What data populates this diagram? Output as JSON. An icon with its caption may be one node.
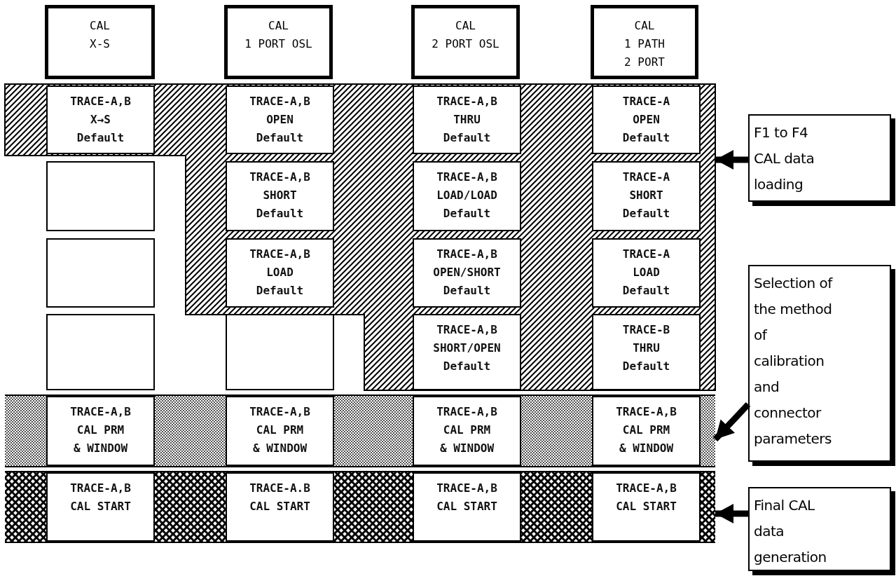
{
  "diagram": {
    "nodes": [
      {
        "text": [
          "CAL",
          "X-S"
        ]
      },
      {
        "text": [
          "CAL",
          "1 PORT OSL"
        ]
      },
      {
        "text": [
          "CAL",
          "2 PORT OSL"
        ]
      },
      {
        "text": [
          "CAL",
          "1 PATH",
          "2 PORT"
        ]
      },
      {
        "text": [],
        "shape": "band"
      },
      {
        "text": [
          "TRACE-A,B",
          "X→S",
          "Default"
        ],
        "in": 4
      },
      {
        "text": [
          "TRACE-A,B",
          "OPEN",
          "Default"
        ],
        "in": 4
      },
      {
        "text": [
          "TRACE-A,B",
          "THRU",
          "Default"
        ],
        "in": 4
      },
      {
        "text": [
          "TRACE-A",
          "OPEN",
          "Default"
        ],
        "in": 4
      },
      {
        "text": [],
        "shape": "box"
      },
      {
        "text": [
          "TRACE-A,B",
          "SHORT",
          "Default"
        ],
        "in": 4
      },
      {
        "text": [
          "TRACE-A,B",
          "LOAD/LOAD",
          "Default"
        ],
        "in": 4
      },
      {
        "text": [
          "TRACE-A",
          "SHORT",
          "Default"
        ],
        "in": 4
      },
      {
        "text": [],
        "shape": "box"
      },
      {
        "text": [
          "TRACE-A,B",
          "LOAD",
          "Default"
        ],
        "in": 4
      },
      {
        "text": [
          "TRACE-A,B",
          "OPEN/SHORT",
          "Default"
        ],
        "in": 4
      },
      {
        "text": [
          "TRACE-A",
          "LOAD",
          "Default"
        ],
        "in": 4
      },
      {
        "text": [],
        "shape": "box"
      },
      {
        "text": [],
        "shape": "box"
      },
      {
        "text": [
          "TRACE-A,B",
          "SHORT/OPEN",
          "Default"
        ],
        "in": 4
      },
      {
        "text": [
          "TRACE-B",
          "THRU",
          "Default"
        ],
        "in": 4
      },
      {
        "text": [],
        "shape": "band"
      },
      {
        "text": [
          "TRACE-A,B",
          "CAL PRM",
          "& WINDOW"
        ],
        "in": 21
      },
      {
        "text": [
          "TRACE-A,B",
          "CAL PRM",
          "& WINDOW"
        ],
        "in": 21
      },
      {
        "text": [
          "TRACE-A,B",
          "CAL PRM",
          "& WINDOW"
        ],
        "in": 21
      },
      {
        "text": [
          "TRACE-A,B",
          "CAL PRM",
          "& WINDOW"
        ],
        "in": 21
      },
      {
        "text": [],
        "shape": "band"
      },
      {
        "text": [
          "TRACE-A,B",
          "CAL START"
        ],
        "in": 26
      },
      {
        "text": [
          "TRACE-A.B",
          "CAL START"
        ],
        "in": 26
      },
      {
        "text": [
          "TRACE-A,B",
          "CAL START"
        ],
        "in": 26
      },
      {
        "text": [
          "TRACE-A,B",
          "CAL START"
        ],
        "in": 26
      },
      {
        "text": [
          "F1 to F4 CAL data loading"
        ]
      },
      {
        "text": [
          "Selection of the method of calibration and connector parameters"
        ]
      },
      {
        "text": [
          "Final CAL data generation"
        ]
      }
    ],
    "edges": [
      {
        "from": 31,
        "to": 4,
        "arrow": "to"
      },
      {
        "from": 32,
        "to": 21,
        "arrow": "to"
      },
      {
        "from": 33,
        "to": 26,
        "arrow": "to"
      }
    ]
  }
}
